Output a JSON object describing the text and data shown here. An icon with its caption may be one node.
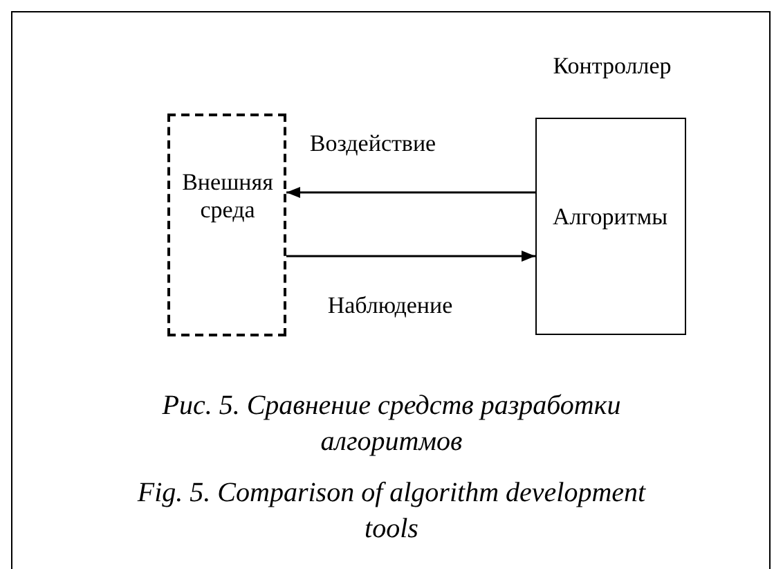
{
  "diagram": {
    "caption": "Рис. 5. Сравнение средств разработки алгоритмов",
    "nodes": [
      {
        "text": [
          "Внешняя среда"
        ]
      },
      {
        "text": [
          "Контроллер",
          "Алгоритмы"
        ]
      }
    ],
    "edges": [
      {
        "from": 1,
        "to": 0,
        "arrow": "to",
        "label": "Воздействие"
      },
      {
        "from": 0,
        "to": 1,
        "arrow": "to",
        "label": "Наблюдение"
      }
    ],
    "labels": [
      "Fig. 5. Comparison of algorithm development tools"
    ]
  }
}
